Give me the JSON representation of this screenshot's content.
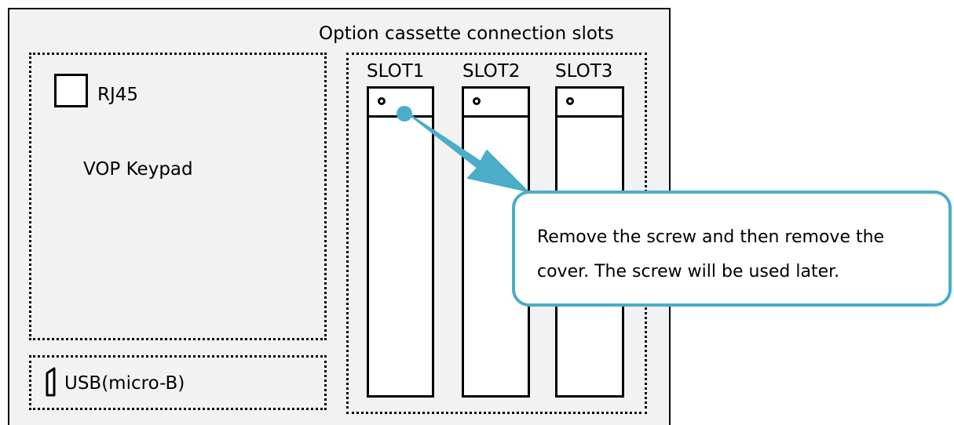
{
  "diagram": {
    "title": "Option cassette connection slots",
    "keypad_area": {
      "port_label": "RJ45",
      "keypad_label": "VOP Keypad"
    },
    "usb_area": {
      "label": "USB(micro-B)"
    },
    "slots": [
      {
        "label": "SLOT1"
      },
      {
        "label": "SLOT2"
      },
      {
        "label": "SLOT3"
      }
    ],
    "callout": {
      "line1": "Remove the screw and then remove the",
      "line2": "cover. The screw will be used later."
    },
    "colors": {
      "panel_background": "#f2f2f2",
      "accent": "#4badc7",
      "outline": "#000000"
    }
  }
}
